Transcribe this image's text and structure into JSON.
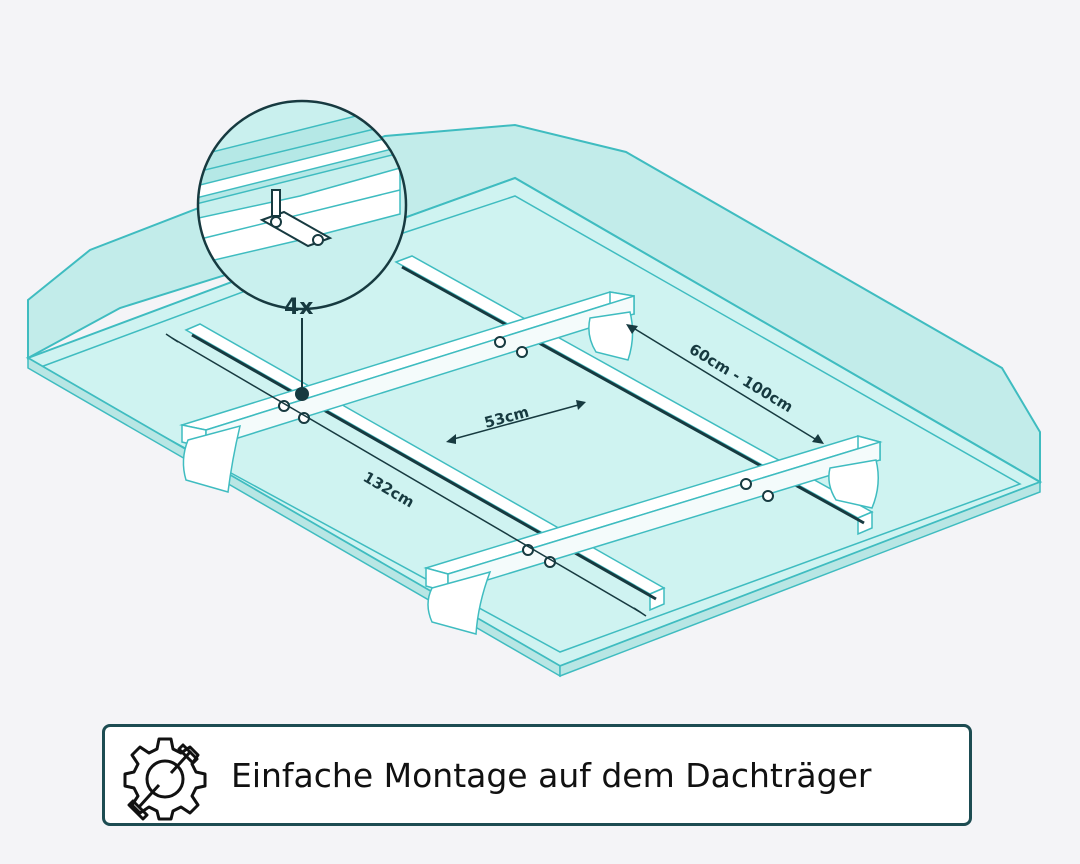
{
  "diagram": {
    "zoom_count": "4x",
    "dimension_length": "132cm",
    "dimension_rail_gap": "53cm",
    "dimension_bar_spacing": "60cm - 100cm"
  },
  "caption": {
    "icon": "gear-wrench-icon",
    "text": "Einfache Montage auf dem Dachträger"
  },
  "colors": {
    "platform_fill": "#c9f0ee",
    "platform_stroke": "#3fbcc0",
    "bar_stroke": "#3fbcc0",
    "dark": "#173a40",
    "caption_border": "#1d4c52",
    "background": "#f4f4f7"
  }
}
